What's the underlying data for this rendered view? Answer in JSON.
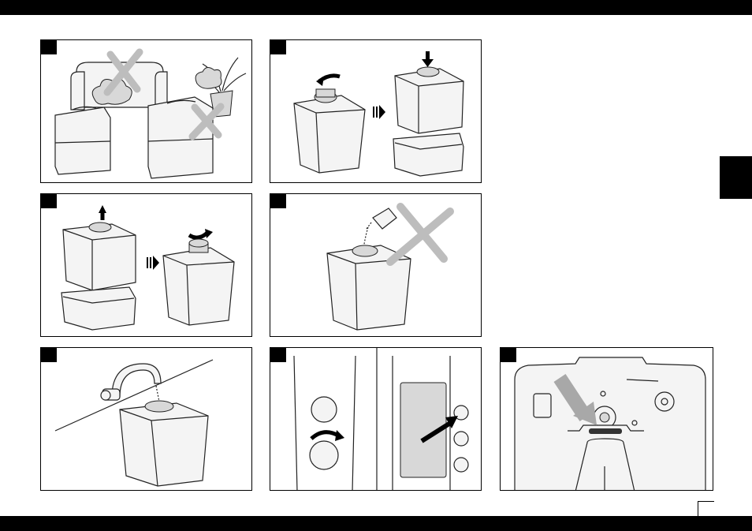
{
  "page": {
    "number": "",
    "panels": [
      {
        "id": "placement",
        "icons": [
          "humidifier-icon",
          "sofa-icon",
          "plant-icon",
          "cross-icon"
        ]
      },
      {
        "id": "insert-tank",
        "icons": [
          "tank-icon",
          "rotate-arrow-icon",
          "down-arrow-icon"
        ]
      },
      {
        "id": "remove-tank",
        "icons": [
          "up-arrow-icon",
          "rotate-arrow-icon",
          "tank-icon"
        ]
      },
      {
        "id": "no-additives",
        "icons": [
          "bottle-icon",
          "cross-icon",
          "tank-icon"
        ]
      },
      {
        "id": "fill-water",
        "icons": [
          "faucet-icon",
          "tank-icon"
        ]
      },
      {
        "id": "controls",
        "icons": [
          "dial-icon",
          "power-button-icon",
          "display-icon"
        ]
      },
      {
        "id": "filter-location",
        "icons": [
          "filter-icon",
          "arrow-icon"
        ]
      }
    ]
  },
  "colors": {
    "bars": "#000000",
    "cross": "#bdbdbd",
    "arrow": "#000000"
  }
}
